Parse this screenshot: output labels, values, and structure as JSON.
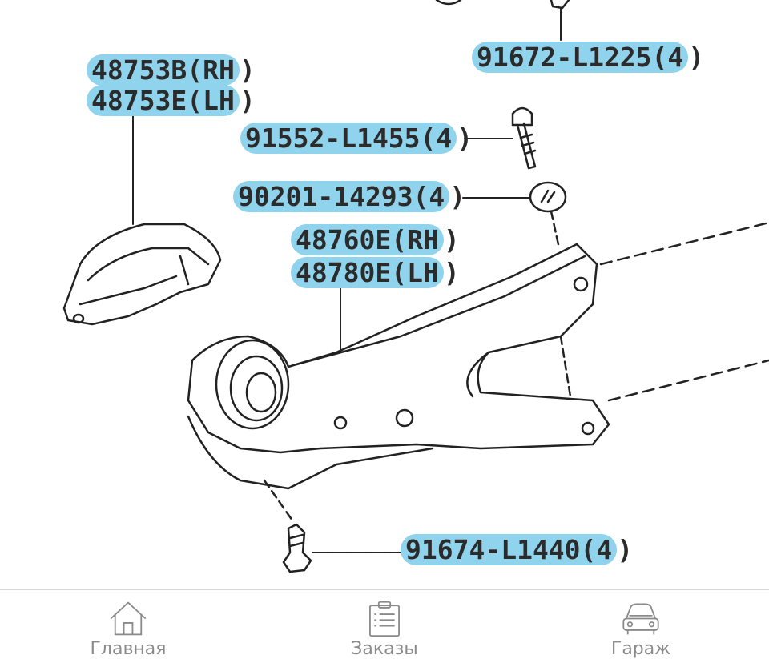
{
  "diagram": {
    "callouts": {
      "bushing_rh": {
        "part": "48753B",
        "side": "(RH",
        "close": ")"
      },
      "bushing_lh": {
        "part": "48753E",
        "side": "(LH",
        "close": ")"
      },
      "bolt_top": {
        "part": "91672-L1225",
        "qty": "(4",
        "close": ")"
      },
      "bolt_mid": {
        "part": "91552-L1455",
        "qty": "(4",
        "close": ")"
      },
      "washer": {
        "part": "90201-14293",
        "qty": "(4",
        "close": ")"
      },
      "arm_rh": {
        "part": "48760E",
        "side": "(RH",
        "close": ")"
      },
      "arm_lh": {
        "part": "48780E",
        "side": "(LH",
        "close": ")"
      },
      "bolt_bottom": {
        "part": "91674-L1440",
        "qty": "(4",
        "close": ")"
      }
    },
    "highlight_color": "#8fd3ec"
  },
  "nav": {
    "items": [
      {
        "label": "Главная",
        "icon": "home-icon"
      },
      {
        "label": "Заказы",
        "icon": "clipboard-icon"
      },
      {
        "label": "Гараж",
        "icon": "car-icon"
      }
    ]
  }
}
